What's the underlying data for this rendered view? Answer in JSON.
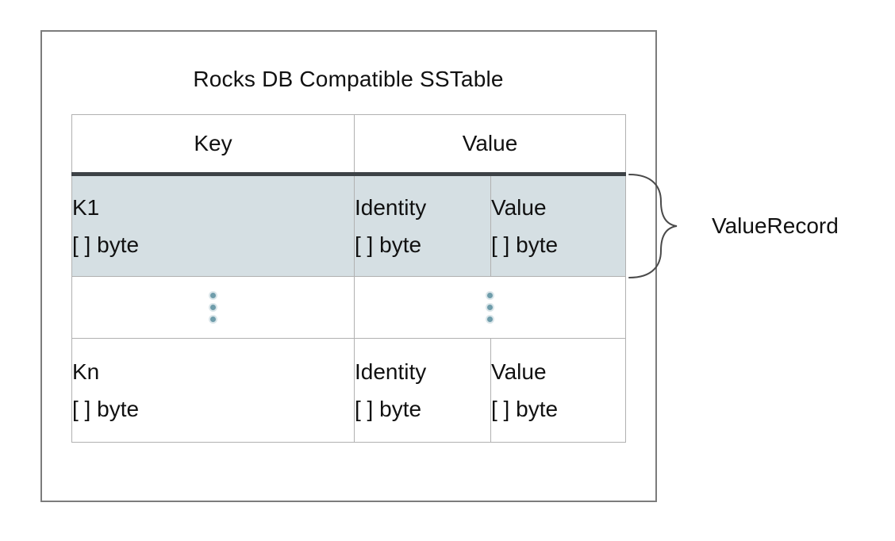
{
  "title": "Rocks DB Compatible SSTable",
  "table": {
    "header": {
      "key": "Key",
      "value": "Value"
    },
    "row_first": {
      "key": {
        "line1": "K1",
        "line2": "[ ] byte"
      },
      "identity": {
        "line1": "Identity",
        "line2": "[ ] byte"
      },
      "value": {
        "line1": "Value",
        "line2": "[ ] byte"
      }
    },
    "row_last": {
      "key": {
        "line1": "Kn",
        "line2": "[ ] byte"
      },
      "identity": {
        "line1": "Identity",
        "line2": "[ ] byte"
      },
      "value": {
        "line1": "Value",
        "line2": "[ ] byte"
      }
    }
  },
  "annotation": {
    "label": "ValueRecord"
  },
  "colors": {
    "row_highlight": "#d5dfe3",
    "ellipsis_dot": "#6f9dab",
    "header_rule": "#3d4246",
    "table_border": "#b1b1b1",
    "outer_border": "#7c7c7c",
    "brace_stroke": "#4a4a4a"
  }
}
